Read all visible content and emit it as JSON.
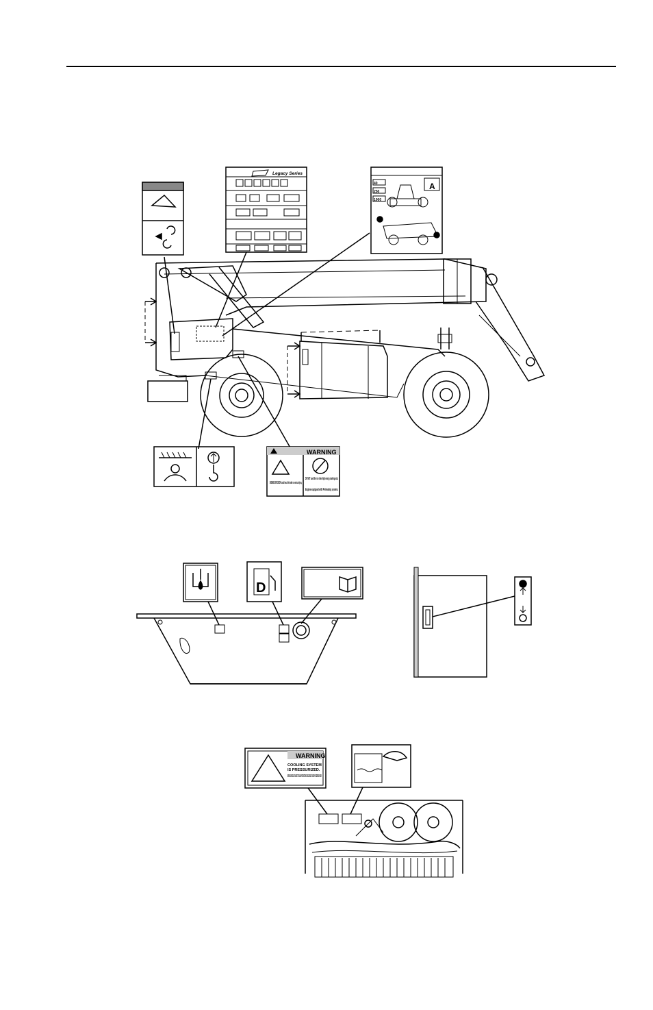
{
  "decals": {
    "engine_warning": {
      "header": "WARNING",
      "left_text": "ENGINE EXPLOSION could result in death or serious injury.",
      "right_line1": "DO NOT use Ether or other high energy starting aids.",
      "right_line2": "Engine equipped with Preheating system."
    },
    "cooling_warning": {
      "header": "WARNING",
      "title_line1": "COOLING SYSTEM",
      "title_line2": "IS PRESSURIZED.",
      "body": "BURNS CAN RESULT. FAILURE TO FOLLOW INSTRUCTIONS COULD RESULT IN DEATH OR SERIOUS INJURY."
    },
    "fuel_label": "D",
    "attachment_label": "A",
    "speed_labels": [
      "40",
      "250",
      "1000"
    ],
    "cab_logo": "Legacy Series"
  }
}
